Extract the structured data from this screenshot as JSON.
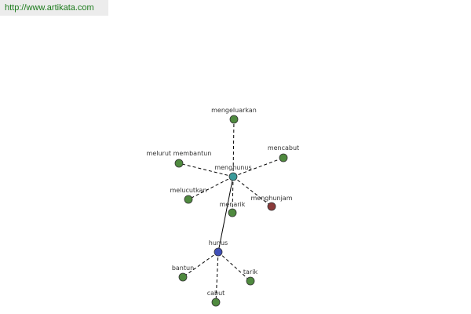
{
  "header": {
    "url": "http://www.artikata.com"
  },
  "colors": {
    "related": "#4f8a3f",
    "center": "#3a9a9a",
    "root": "#4050b8",
    "antonym": "#8a3a3a",
    "stroke": "#333333",
    "url_text": "#1a7a1a"
  },
  "nodes": [
    {
      "id": "mengeluarkan",
      "label": "mengeluarkan",
      "type": "related"
    },
    {
      "id": "mencabut",
      "label": "mencabut",
      "type": "related"
    },
    {
      "id": "melurut-membantun",
      "label": "melurut membantun",
      "type": "related"
    },
    {
      "id": "menghunus",
      "label": "menghunus",
      "type": "center"
    },
    {
      "id": "melucutkan",
      "label": "melucutkan",
      "type": "related"
    },
    {
      "id": "menghunjam",
      "label": "menghunjam",
      "type": "antonym"
    },
    {
      "id": "menarik",
      "label": "menarik",
      "type": "related"
    },
    {
      "id": "hunus",
      "label": "hunus",
      "type": "root"
    },
    {
      "id": "bantun",
      "label": "bantun",
      "type": "related"
    },
    {
      "id": "tarik",
      "label": "tarik",
      "type": "related"
    },
    {
      "id": "cabut",
      "label": "cabut",
      "type": "related"
    }
  ],
  "edges": [
    {
      "from": "menghunus",
      "to": "mengeluarkan",
      "style": "dashed"
    },
    {
      "from": "menghunus",
      "to": "mencabut",
      "style": "dashed"
    },
    {
      "from": "menghunus",
      "to": "melurut-membantun",
      "style": "dashed"
    },
    {
      "from": "menghunus",
      "to": "melucutkan",
      "style": "dashed"
    },
    {
      "from": "menghunus",
      "to": "menghunjam",
      "style": "dashed"
    },
    {
      "from": "menghunus",
      "to": "menarik",
      "style": "dashed"
    },
    {
      "from": "menghunus",
      "to": "hunus",
      "style": "solid"
    },
    {
      "from": "hunus",
      "to": "bantun",
      "style": "dashed"
    },
    {
      "from": "hunus",
      "to": "tarik",
      "style": "dashed"
    },
    {
      "from": "hunus",
      "to": "cabut",
      "style": "dashed"
    }
  ]
}
